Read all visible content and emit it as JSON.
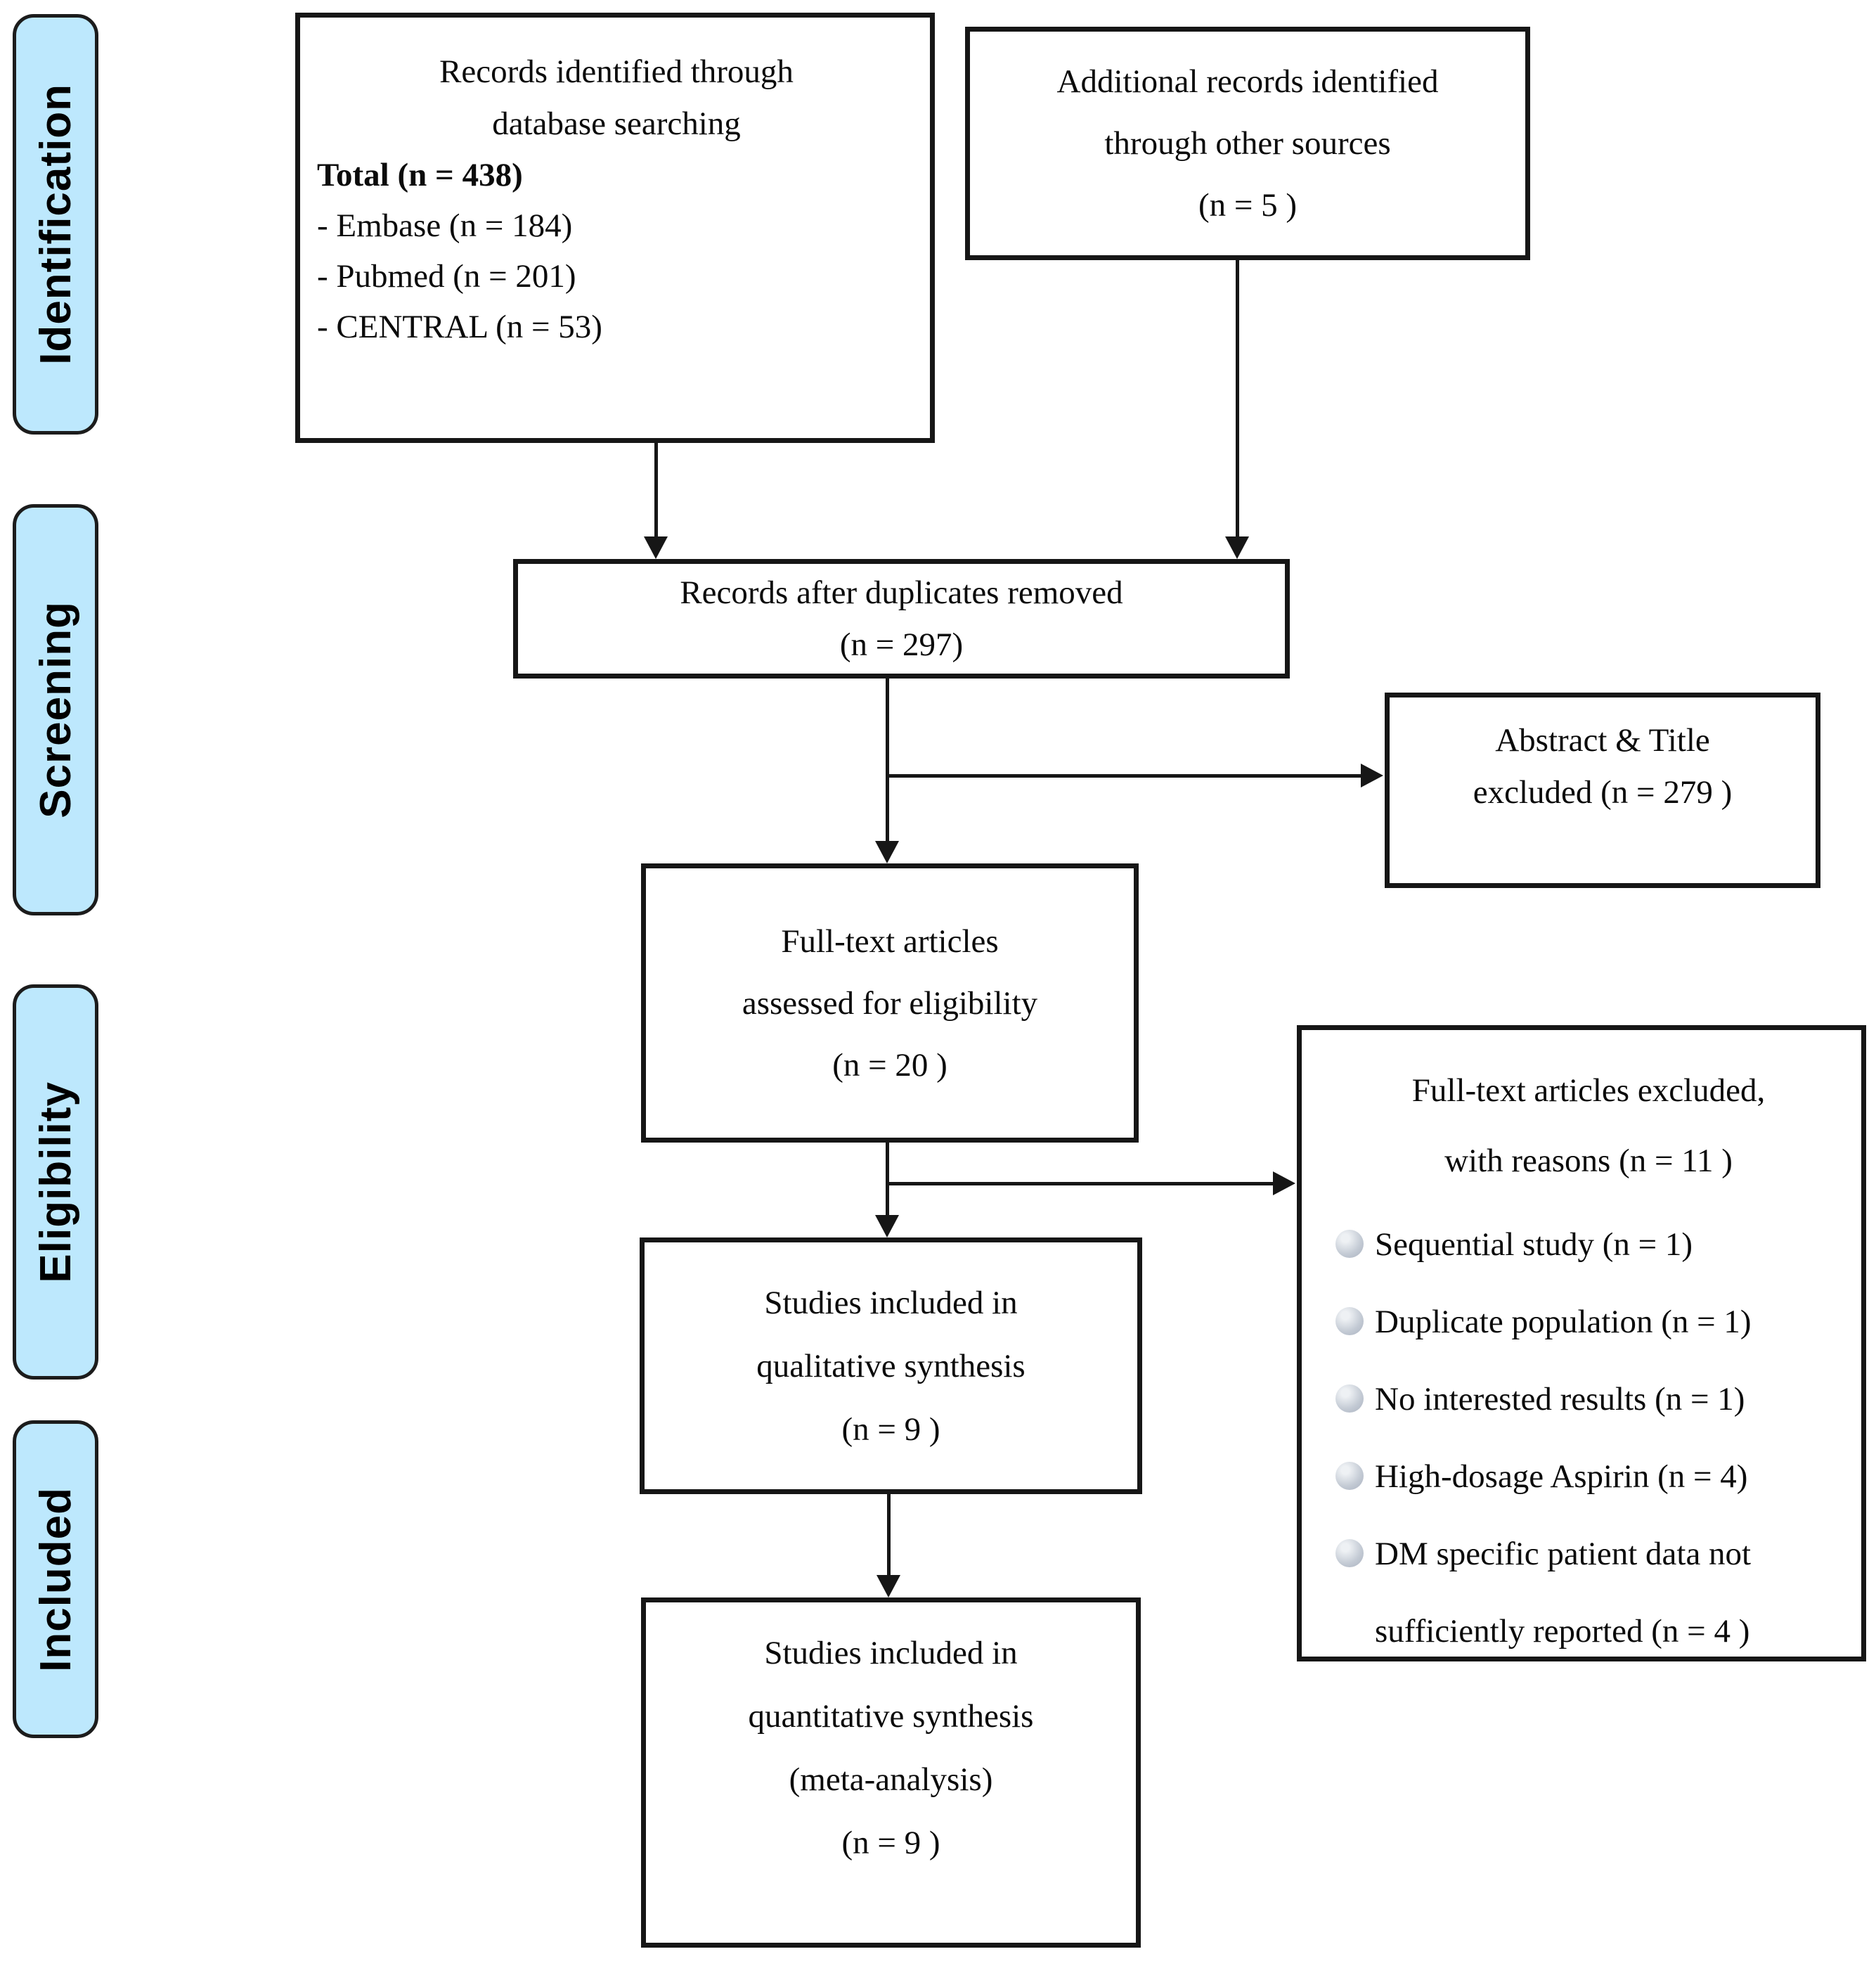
{
  "figure": {
    "kind": "PRISMA flow diagram",
    "colors": {
      "stage_fill": "#bde8fd",
      "stage_border": "#1c1c1c",
      "box_border": "#161616",
      "arrow": "#161616",
      "bullet": "#c3cad4",
      "background": "#ffffff",
      "text": "#0b0b0b"
    }
  },
  "stages": [
    {
      "label": "Identification"
    },
    {
      "label": "Screening"
    },
    {
      "label": "Eligibility"
    },
    {
      "label": "Included"
    }
  ],
  "boxes": {
    "identified": {
      "title_line1": "Records identified through",
      "title_line2": "database searching",
      "total": "Total (n = 438)",
      "sources": [
        "- Embase (n = 184)",
        "- Pubmed (n = 201)",
        "- CENTRAL (n = 53)"
      ]
    },
    "additional": {
      "line1": "Additional records identified",
      "line2": "through other sources",
      "line3": "(n =  5 )"
    },
    "duplicates": {
      "line1": "Records after duplicates removed",
      "line2": "(n = 297)"
    },
    "abstract_excluded": {
      "line1": "Abstract & Title",
      "line2": "excluded (n = 279 )"
    },
    "fulltext": {
      "line1": "Full-text articles",
      "line2": "assessed for eligibility",
      "line3": "(n = 20 )"
    },
    "fulltext_excluded": {
      "title_line1": "Full-text articles excluded,",
      "title_line2": "with reasons (n = 11 )",
      "reasons": [
        "Sequential study (n = 1)",
        "Duplicate population (n = 1)",
        "No interested results (n = 1)",
        "High-dosage Aspirin (n = 4)",
        "DM specific patient data not sufficiently reported (n = 4 )"
      ]
    },
    "qualitative": {
      "line1": "Studies included in",
      "line2": "qualitative synthesis",
      "line3": "(n = 9 )"
    },
    "quantitative": {
      "line1": "Studies included in",
      "line2": "quantitative synthesis",
      "line3": "(meta-analysis)",
      "line4": "(n = 9 )"
    }
  },
  "counts": {
    "total_identified": 438,
    "embase": 184,
    "pubmed": 201,
    "central": 53,
    "other_sources": 5,
    "after_duplicates": 297,
    "abstract_title_excluded": 279,
    "fulltext_assessed": 20,
    "fulltext_excluded": 11,
    "reason_sequential_study": 1,
    "reason_duplicate_population": 1,
    "reason_no_interested_results": 1,
    "reason_high_dosage_aspirin": 4,
    "reason_dm_data_not_reported": 4,
    "qualitative_synthesis": 9,
    "quantitative_synthesis": 9
  }
}
